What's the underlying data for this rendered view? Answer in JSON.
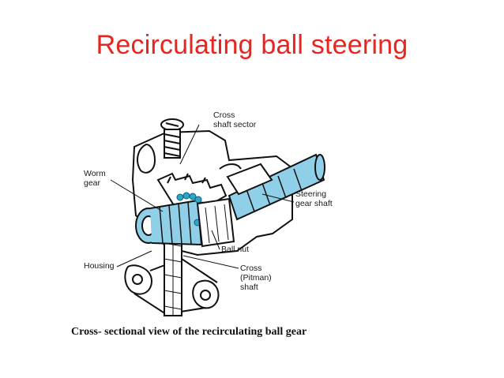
{
  "slide": {
    "title": "Recirculating ball steering",
    "caption": "Cross- sectional view of the recirculating ball gear"
  },
  "diagram": {
    "labels": {
      "cross_shaft_sector": "Cross\nshaft sector",
      "worm_gear": "Worm\ngear",
      "steering_gear_shaft": "Steering\ngear shaft",
      "ball_nut": "Ball nut",
      "housing": "Housing",
      "cross_pitman_shaft": "Cross\n(Pitman)\nshaft"
    }
  },
  "colors": {
    "title": "#e8251f",
    "shaft_fill": "#8fd0e8",
    "balls": "#2fa6c9",
    "line": "#111111"
  }
}
